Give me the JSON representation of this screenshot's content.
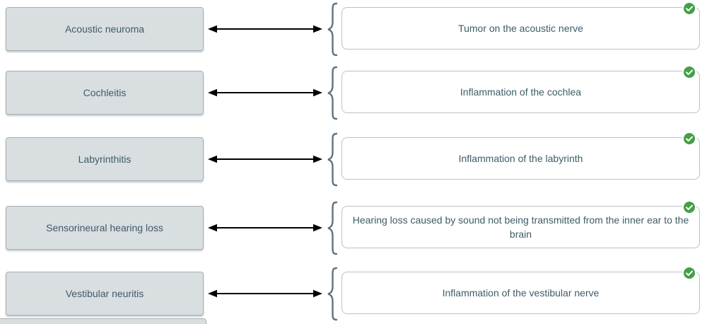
{
  "exercise": {
    "type": "matching",
    "status_icon": "check-circle",
    "pairs": [
      {
        "term": "Acoustic neuroma",
        "definition": "Tumor on the acoustic nerve",
        "correct": true
      },
      {
        "term": "Cochleitis",
        "definition": "Inflammation of the cochlea",
        "correct": true
      },
      {
        "term": "Labyrinthitis",
        "definition": "Inflammation of the labyrinth",
        "correct": true
      },
      {
        "term": "Sensorineural hearing loss",
        "definition": "Hearing loss caused by sound not being transmitted from the inner ear to the brain",
        "correct": true
      },
      {
        "term": "Vestibular neuritis",
        "definition": "Inflammation of the vestibular nerve",
        "correct": true
      }
    ]
  },
  "colors": {
    "term_box_bg": "#d9dee1",
    "term_box_border": "#a6b0b7",
    "definition_box_border": "#b7c2c8",
    "text": "#3e5b68",
    "brace": "#5d7280",
    "arrow": "#000000",
    "check_green": "#43a047",
    "check_mark": "#ffffff"
  }
}
